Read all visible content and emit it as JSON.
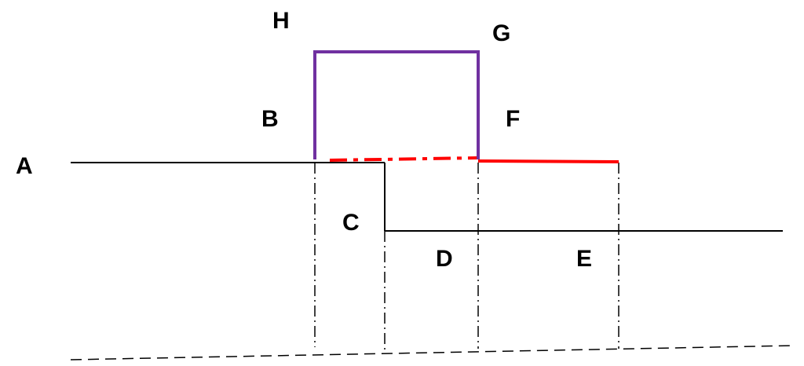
{
  "labels": {
    "a": "A",
    "b": "B",
    "c": "C",
    "d": "D",
    "e": "E",
    "f": "F",
    "g": "G",
    "h": "H"
  },
  "colors": {
    "line": "#000000",
    "rectangle": "#7030a0",
    "highlight": "#ff0000"
  }
}
